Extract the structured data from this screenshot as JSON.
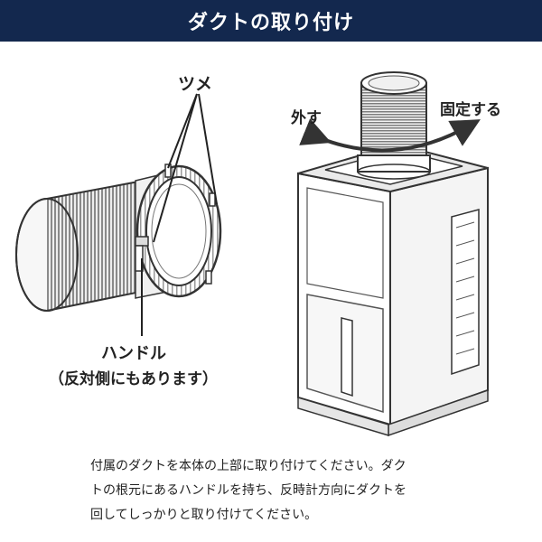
{
  "header": {
    "title": "ダクトの取り付け"
  },
  "duct_figure": {
    "claw_label": "ツメ",
    "handle_label": "ハンドル",
    "handle_note": "（反対側にもあります）"
  },
  "unit_figure": {
    "remove_label": "外す",
    "fix_label": "固定する"
  },
  "instruction": {
    "lines": [
      "付属のダクトを本体の上部に取り付けてください。ダク",
      "トの根元にあるハンドルを持ち、反時計方向にダクトを",
      "回してしっかりと取り付けてください。"
    ]
  },
  "colors": {
    "header_bg": "#13284e",
    "header_text": "#ffffff"
  }
}
